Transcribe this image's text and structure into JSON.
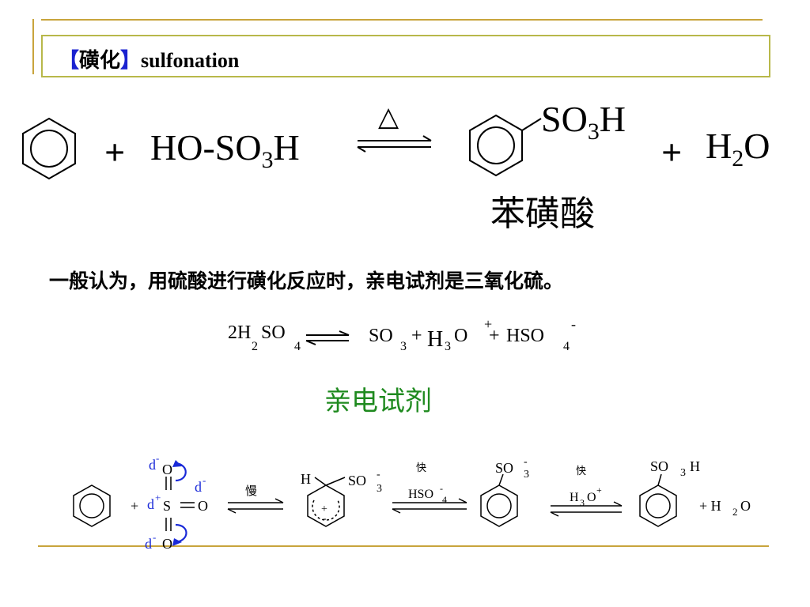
{
  "title": {
    "bracket_open": "【",
    "cn": "磺化",
    "bracket_close": "】",
    "en": "sulfonation"
  },
  "reaction1": {
    "plus1": "+",
    "reagent_prefix": "HO-SO",
    "reagent_sub": "3",
    "reagent_suffix": "H",
    "condition": "△",
    "product_group_prefix": "SO",
    "product_group_sub": "3",
    "product_group_suffix": "H",
    "plus2": "+",
    "water_prefix": "H",
    "water_sub": "2",
    "water_suffix": "O",
    "product_name": "苯磺酸"
  },
  "statement": "一般认为，用硫酸进行磺化反应时，亲电试剂是三氧化硫。",
  "equilibrium": {
    "lhs_coef": "2H",
    "lhs_sub1": "2",
    "lhs_mid": "SO",
    "lhs_sub2": "4",
    "p1": "SO",
    "p1_sub": "3",
    "plus_a": "+",
    "p2": "H",
    "p2_sub": "3",
    "p2_tail": "O",
    "p2_sup": "+",
    "plus_b": "+",
    "p3": "HSO",
    "p3_sub": "4",
    "p3_sup": "-"
  },
  "electrophile_label": "亲电试剂",
  "electrophile_color": "#1f8a1f",
  "mechanism": {
    "delta_label": "d",
    "minus": "-",
    "plus": "+",
    "O": "O",
    "S": "S",
    "double_bond": "=",
    "slow": "慢",
    "fast1": "快",
    "fast2": "快",
    "H": "H",
    "SO": "SO",
    "sub3": "3",
    "hso4": "HSO",
    "sub4": "4",
    "h3o": "H",
    "h3o_tail": "O",
    "prod_H": "H",
    "plus_h2o": "+ H",
    "h2o_sub": "2",
    "h2o_tail": "O",
    "arrow_color": "#1a2ad8"
  }
}
